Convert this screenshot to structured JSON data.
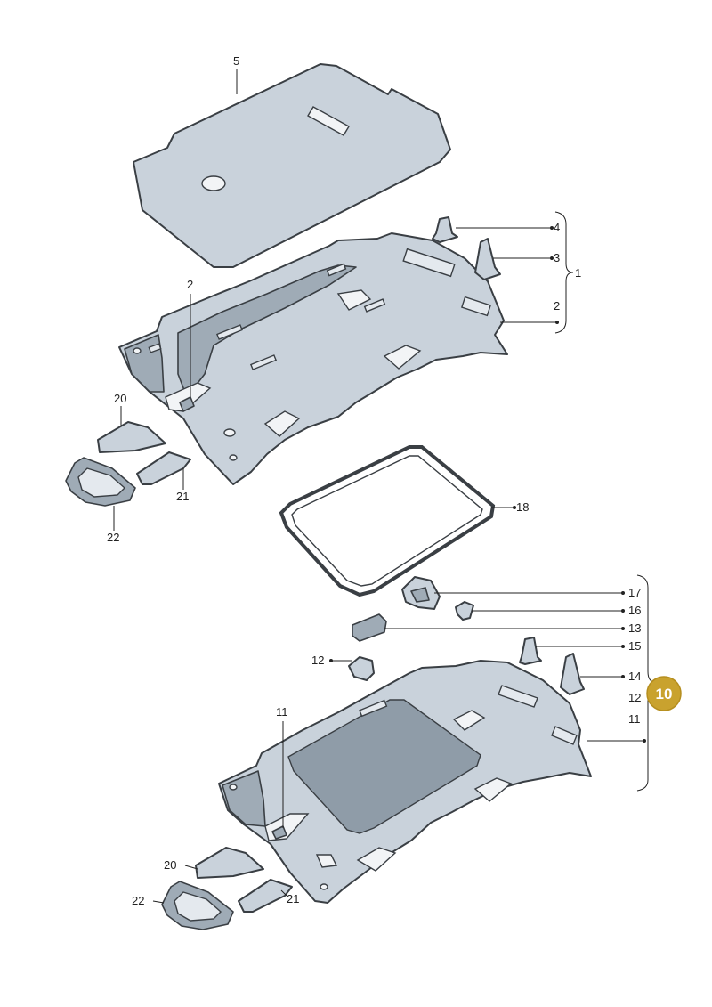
{
  "labels": {
    "l5": "5",
    "l4": "4",
    "l3": "3",
    "l1": "1",
    "l2_right": "2",
    "l2_left": "2",
    "l20_top": "20",
    "l21_top": "21",
    "l22_top": "22",
    "l18": "18",
    "l17": "17",
    "l16": "16",
    "l13": "13",
    "l15": "15",
    "l12_left": "12",
    "l14": "14",
    "l12_right": "12",
    "l11_right": "11",
    "l11_left": "11",
    "l20_bottom": "20",
    "l21_bottom": "21",
    "l22_bottom": "22"
  },
  "badge": {
    "text": "10",
    "color": "#c9a22e"
  },
  "colors": {
    "part_fill": "#c9d2db",
    "outline": "#3a3f44"
  }
}
